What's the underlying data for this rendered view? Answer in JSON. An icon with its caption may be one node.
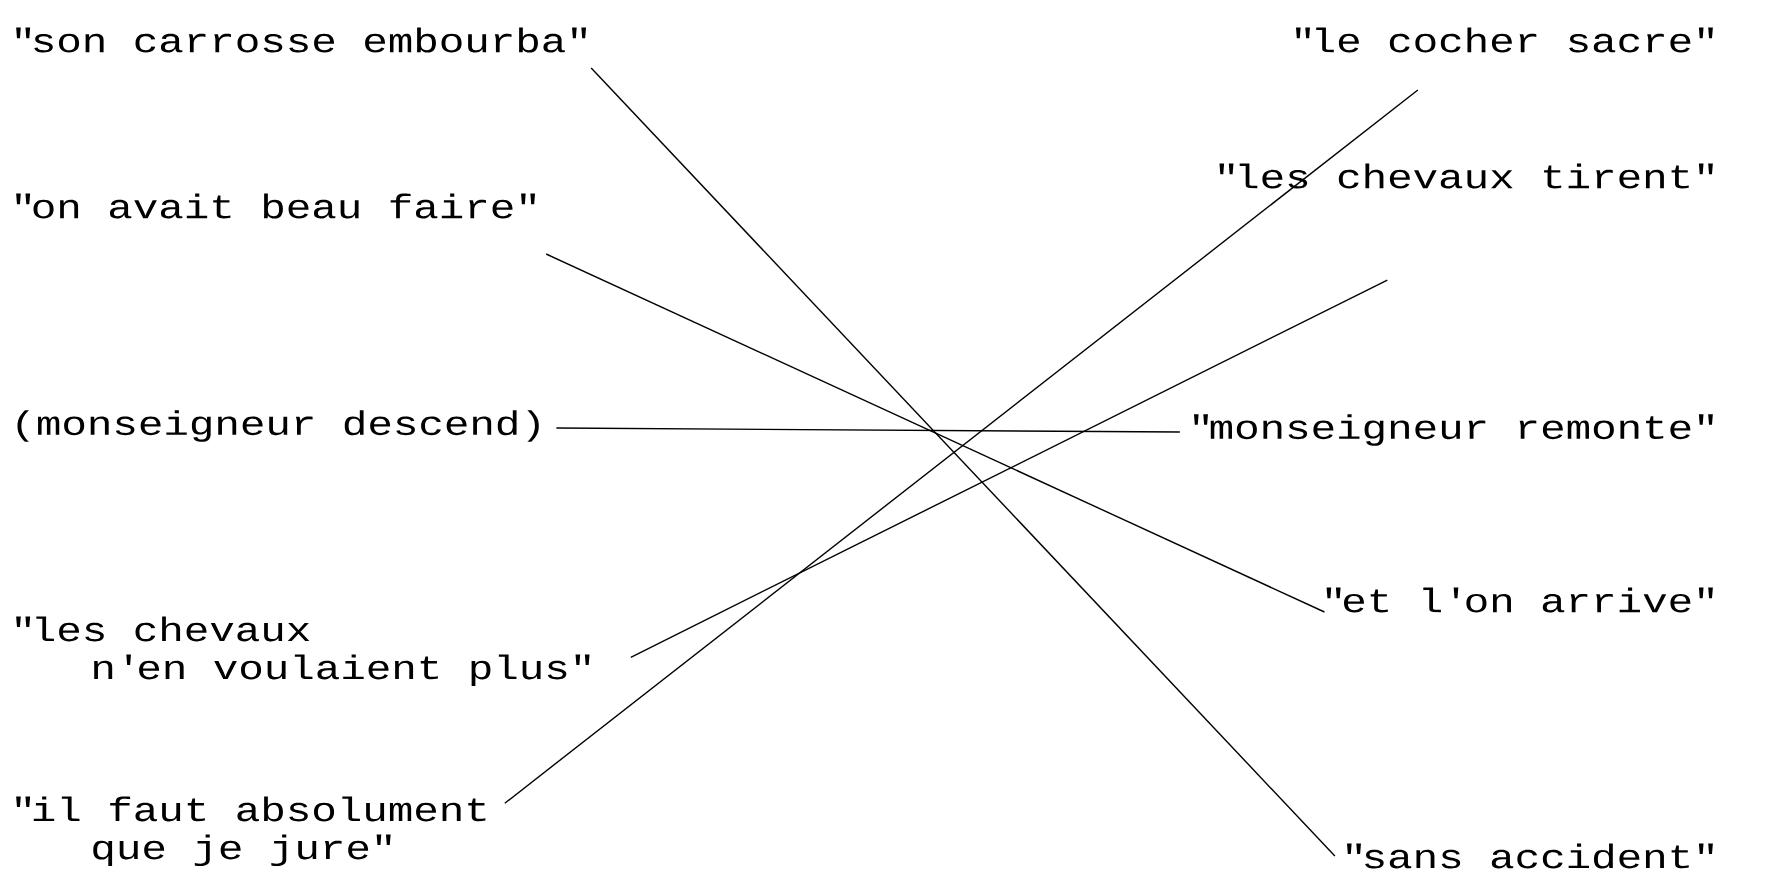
{
  "diagram": {
    "nodes": [
      {
        "text": [
          "\"son carrosse embourba\""
        ]
      },
      {
        "text": [
          "\"on avait beau faire\""
        ]
      },
      {
        "text": [
          "(monseigneur descend)"
        ]
      },
      {
        "text": [
          "\"les chevaux n'en voulaient plus\""
        ]
      },
      {
        "text": [
          "\"il faut absolument que je jure\""
        ]
      },
      {
        "text": [
          "\"le cocher sacre\""
        ]
      },
      {
        "text": [
          "\"les chevaux tirent\""
        ]
      },
      {
        "text": [
          "\"monseigneur remonte\""
        ]
      },
      {
        "text": [
          "\"et l'on arrive\""
        ]
      },
      {
        "text": [
          "\"sans accident\""
        ]
      }
    ],
    "edges": [
      {
        "from": 0,
        "to": 9,
        "arrow": "none"
      },
      {
        "from": 1,
        "to": 8,
        "arrow": "none"
      },
      {
        "from": 2,
        "to": 7,
        "arrow": "none"
      },
      {
        "from": 3,
        "to": 6,
        "arrow": "none"
      },
      {
        "from": 4,
        "to": 5,
        "arrow": "none"
      }
    ]
  }
}
